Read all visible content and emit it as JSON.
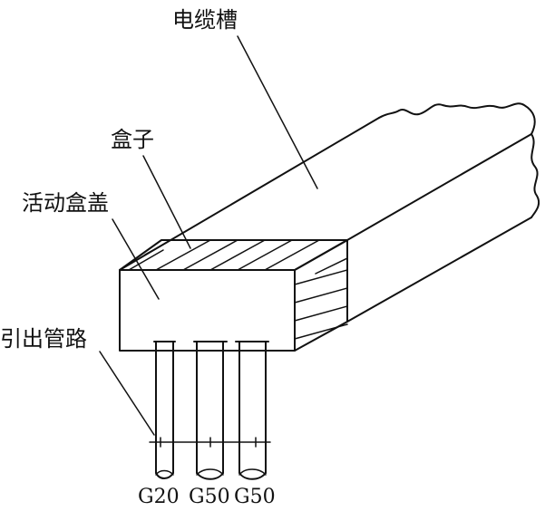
{
  "labels": {
    "cable_trough": "电缆槽",
    "box_body": "盒子",
    "movable_cover": "活动盒盖",
    "outlet_pipes": "引出管路"
  },
  "pipes": [
    {
      "label": "G20"
    },
    {
      "label": "G50"
    },
    {
      "label": "G50"
    }
  ],
  "colors": {
    "stroke": "#111111",
    "background": "#ffffff"
  }
}
